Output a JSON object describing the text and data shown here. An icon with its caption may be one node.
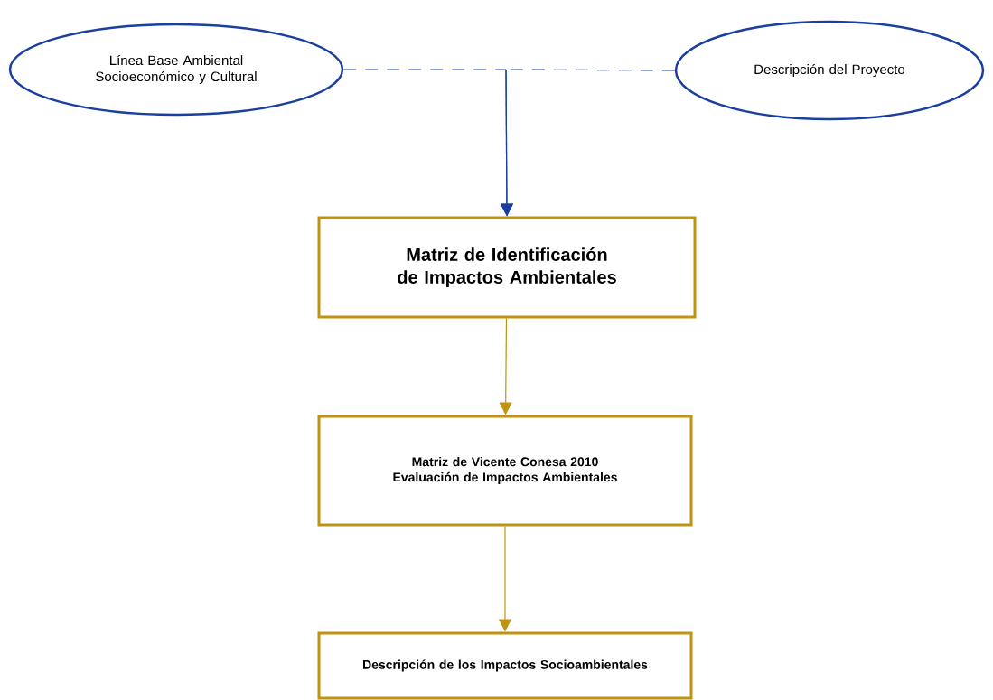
{
  "diagram": {
    "nodes": [
      {
        "text": [
          "Línea Base Ambiental Socioeconómico y Cultural"
        ]
      },
      {
        "text": [
          "Descripción del Proyecto"
        ]
      },
      {
        "text": [
          "Matriz de Identificación de Impactos Ambientales"
        ]
      },
      {
        "text": [
          "Matriz de Vicente Conesa 2010 Evaluación de Impactos Ambientales"
        ]
      },
      {
        "text": [
          "Descripción de los Impactos Socioambientales"
        ]
      }
    ],
    "edges": [
      {
        "from": 0,
        "to": 2,
        "arrow": "to",
        "style": "dashed",
        "color": "#1a3fa0"
      },
      {
        "from": 1,
        "to": 2,
        "arrow": "to",
        "style": "dashed",
        "color": "#1a3fa0"
      },
      {
        "from": 2,
        "to": 3,
        "arrow": "to",
        "color": "#bf930f"
      },
      {
        "from": 3,
        "to": 4,
        "arrow": "to",
        "color": "#bf930f"
      }
    ]
  }
}
